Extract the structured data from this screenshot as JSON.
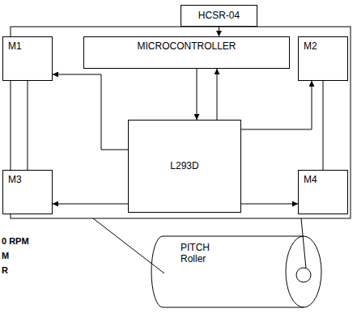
{
  "diagram": {
    "nodes": [
      {
        "text": [
          "HCSR-04"
        ]
      },
      {
        "text": [
          "M1"
        ]
      },
      {
        "text": [
          "MICROCONTROLLER"
        ]
      },
      {
        "text": [
          "M2"
        ]
      },
      {
        "text": [
          "L293D"
        ]
      },
      {
        "text": [
          "M3"
        ]
      },
      {
        "text": [
          "M4"
        ]
      },
      {
        "text": [
          "PITCH Roller"
        ]
      }
    ],
    "edges": [
      {
        "from": 0,
        "to": 2,
        "arrow": "to"
      },
      {
        "from": 1,
        "to": 5,
        "arrow": "none"
      },
      {
        "from": 3,
        "to": 6,
        "arrow": "none"
      },
      {
        "from": 2,
        "to": 4,
        "arrow": "to"
      },
      {
        "from": 4,
        "to": 2,
        "arrow": "to"
      },
      {
        "from": 4,
        "to": 1,
        "arrow": "to"
      },
      {
        "from": 4,
        "to": 3,
        "arrow": "to"
      },
      {
        "from": 4,
        "to": 5,
        "arrow": "to"
      },
      {
        "from": 4,
        "to": 6,
        "arrow": "to"
      }
    ],
    "labels": [
      "0 RPM",
      "M",
      "R"
    ]
  }
}
